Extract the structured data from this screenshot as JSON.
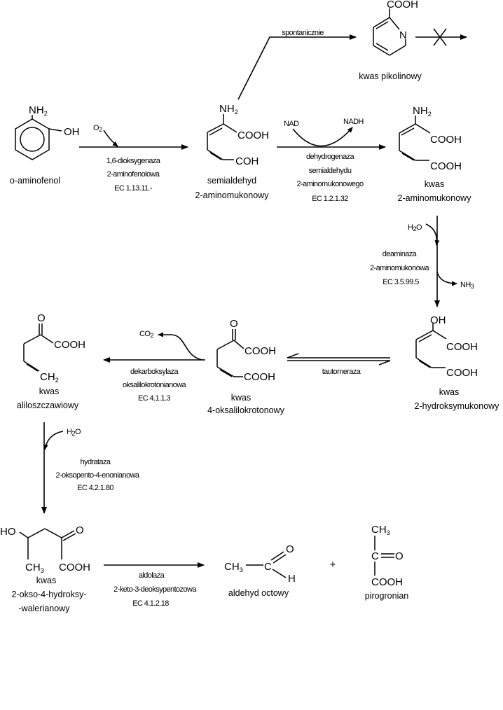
{
  "compounds": {
    "aminophenol": {
      "NH2": "NH",
      "NH2_sub": "2",
      "OH": "OH",
      "name": "o-aminofenol"
    },
    "semialdehyde": {
      "NH2": "NH",
      "NH2_sub": "2",
      "COOH": "COOH",
      "COH": "COH",
      "name1": "semialdehyd",
      "name2": "2-aminomukonowy"
    },
    "aminomuconic": {
      "NH2": "NH",
      "NH2_sub": "2",
      "COOH1": "COOH",
      "COOH2": "COOH",
      "name1": "kwas",
      "name2": "2-aminomukonowy"
    },
    "picolinic": {
      "COOH": "COOH",
      "N": "N",
      "name": "kwas pikolinowy"
    },
    "hydroxymuconic": {
      "OH": "OH",
      "COOH1": "COOH",
      "COOH2": "COOH",
      "name1": "kwas",
      "name2": "2-hydroksymukonowy"
    },
    "oxalylcrotonic": {
      "O": "O",
      "COOH1": "COOH",
      "COOH2": "COOH",
      "name1": "kwas",
      "name2": "4-oksalilokrotonowy"
    },
    "allyloxalic": {
      "O": "O",
      "COOH": "COOH",
      "CH2": "CH",
      "CH2_sub": "2",
      "name1": "kwas",
      "name2": "aliloszczawiowy"
    },
    "oxohydroxyvaleric": {
      "HO": "HO",
      "O": "O",
      "CH3": "CH",
      "CH3_sub": "3",
      "COOH": "COOH",
      "name1": "kwas",
      "name2": "2-okso-4-hydroksy-",
      "name3": "-walerianowy"
    },
    "acetaldehyde": {
      "CH3": "CH",
      "CH3_sub": "3",
      "C": "C",
      "O": "O",
      "H": "H",
      "name": "aldehyd octowy"
    },
    "pyruvate": {
      "CH3": "CH",
      "CH3_sub": "3",
      "C": "C",
      "O": "O",
      "COOH": "COOH",
      "name": "pirogronian"
    },
    "plus": "+"
  },
  "reactions": {
    "r1": {
      "cofactor": "O",
      "cofactor_sub": "2",
      "line1": "1,6-dioksygenaza",
      "line2": "2-aminofenolowa",
      "ec": "EC 1.13.11.-"
    },
    "spontaneous": {
      "label": "spontanicznie"
    },
    "r2": {
      "cof_in": "NAD",
      "cof_out": "NADH",
      "line1": "dehydrogenaza",
      "line2": "semialdehydu",
      "line3": "2-aminomukonowego",
      "ec": "EC 1.2.1.32"
    },
    "r3": {
      "water": "H",
      "water_sub": "2",
      "water_o": "O",
      "line1": "deaminaza",
      "line2": "2-aminomukonowa",
      "ec": "EC 3.5.99.5",
      "ammonia": "NH",
      "ammonia_sub": "3"
    },
    "r4": {
      "label": "tautomeraza"
    },
    "r5": {
      "co2": "CO",
      "co2_sub": "2",
      "line1": "dekarboksylaza",
      "line2": "oksalilokrotonianowa",
      "ec": "EC 4.1.1.3"
    },
    "r6": {
      "water": "H",
      "water_sub": "2",
      "water_o": "O",
      "line1": "hydrataza",
      "line2": "2-oksopento-4-enonianowa",
      "ec": "EC 4.2.1.80"
    },
    "r7": {
      "line1": "aldolaza",
      "line2": "2-keto-3-deoksypentozowa",
      "ec": "EC 4.1.2.18"
    }
  }
}
